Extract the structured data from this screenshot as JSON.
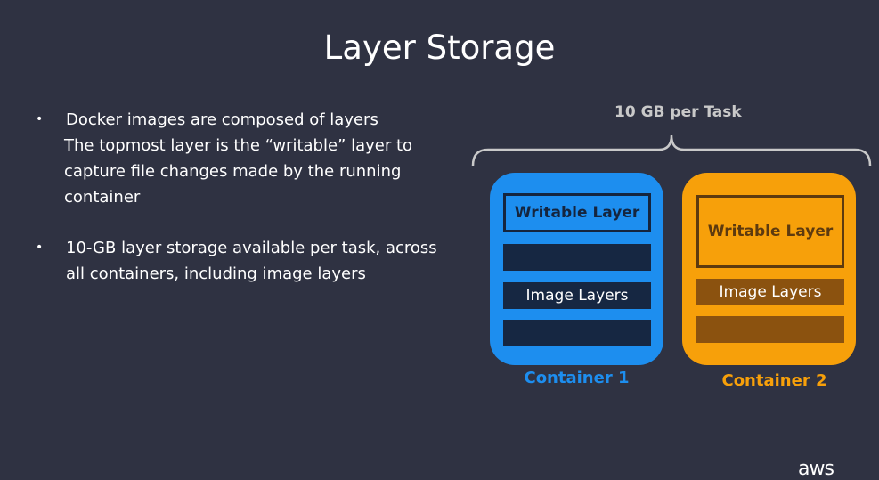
{
  "title": "Layer Storage",
  "bullets": [
    {
      "text": "Docker images are composed of layers",
      "sub": "The topmost layer is the “writable” layer to capture file changes made by the running container"
    },
    {
      "text": "10-GB layer storage available per task, across all containers, including image layers"
    }
  ],
  "diagram": {
    "bracket_label": "10 GB per Task",
    "containers": [
      {
        "name": "Container 1",
        "writable_label": "Writable Layer",
        "image_label": "Image Layers",
        "color": "#1d8eef"
      },
      {
        "name": "Container 2",
        "writable_label": "Writable Layer",
        "image_label": "Image Layers",
        "color": "#f7a00a"
      }
    ]
  },
  "logo": "aws"
}
